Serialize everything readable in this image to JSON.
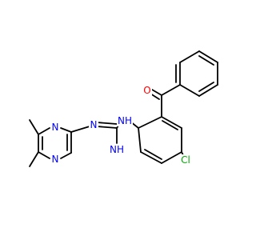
{
  "colors": {
    "background": "#ffffff",
    "bond": "#000000",
    "nitrogen": "#0000ff",
    "oxygen": "#ff0000",
    "chlorine": "#00aa00"
  },
  "labels": {
    "n_pyrimidine_top": "N",
    "n_pyrimidine_bottom": "N",
    "n_imine": "N",
    "nh_amine": "NH",
    "nh_imine": "NH",
    "o_carbonyl": "O",
    "cl": "Cl"
  }
}
